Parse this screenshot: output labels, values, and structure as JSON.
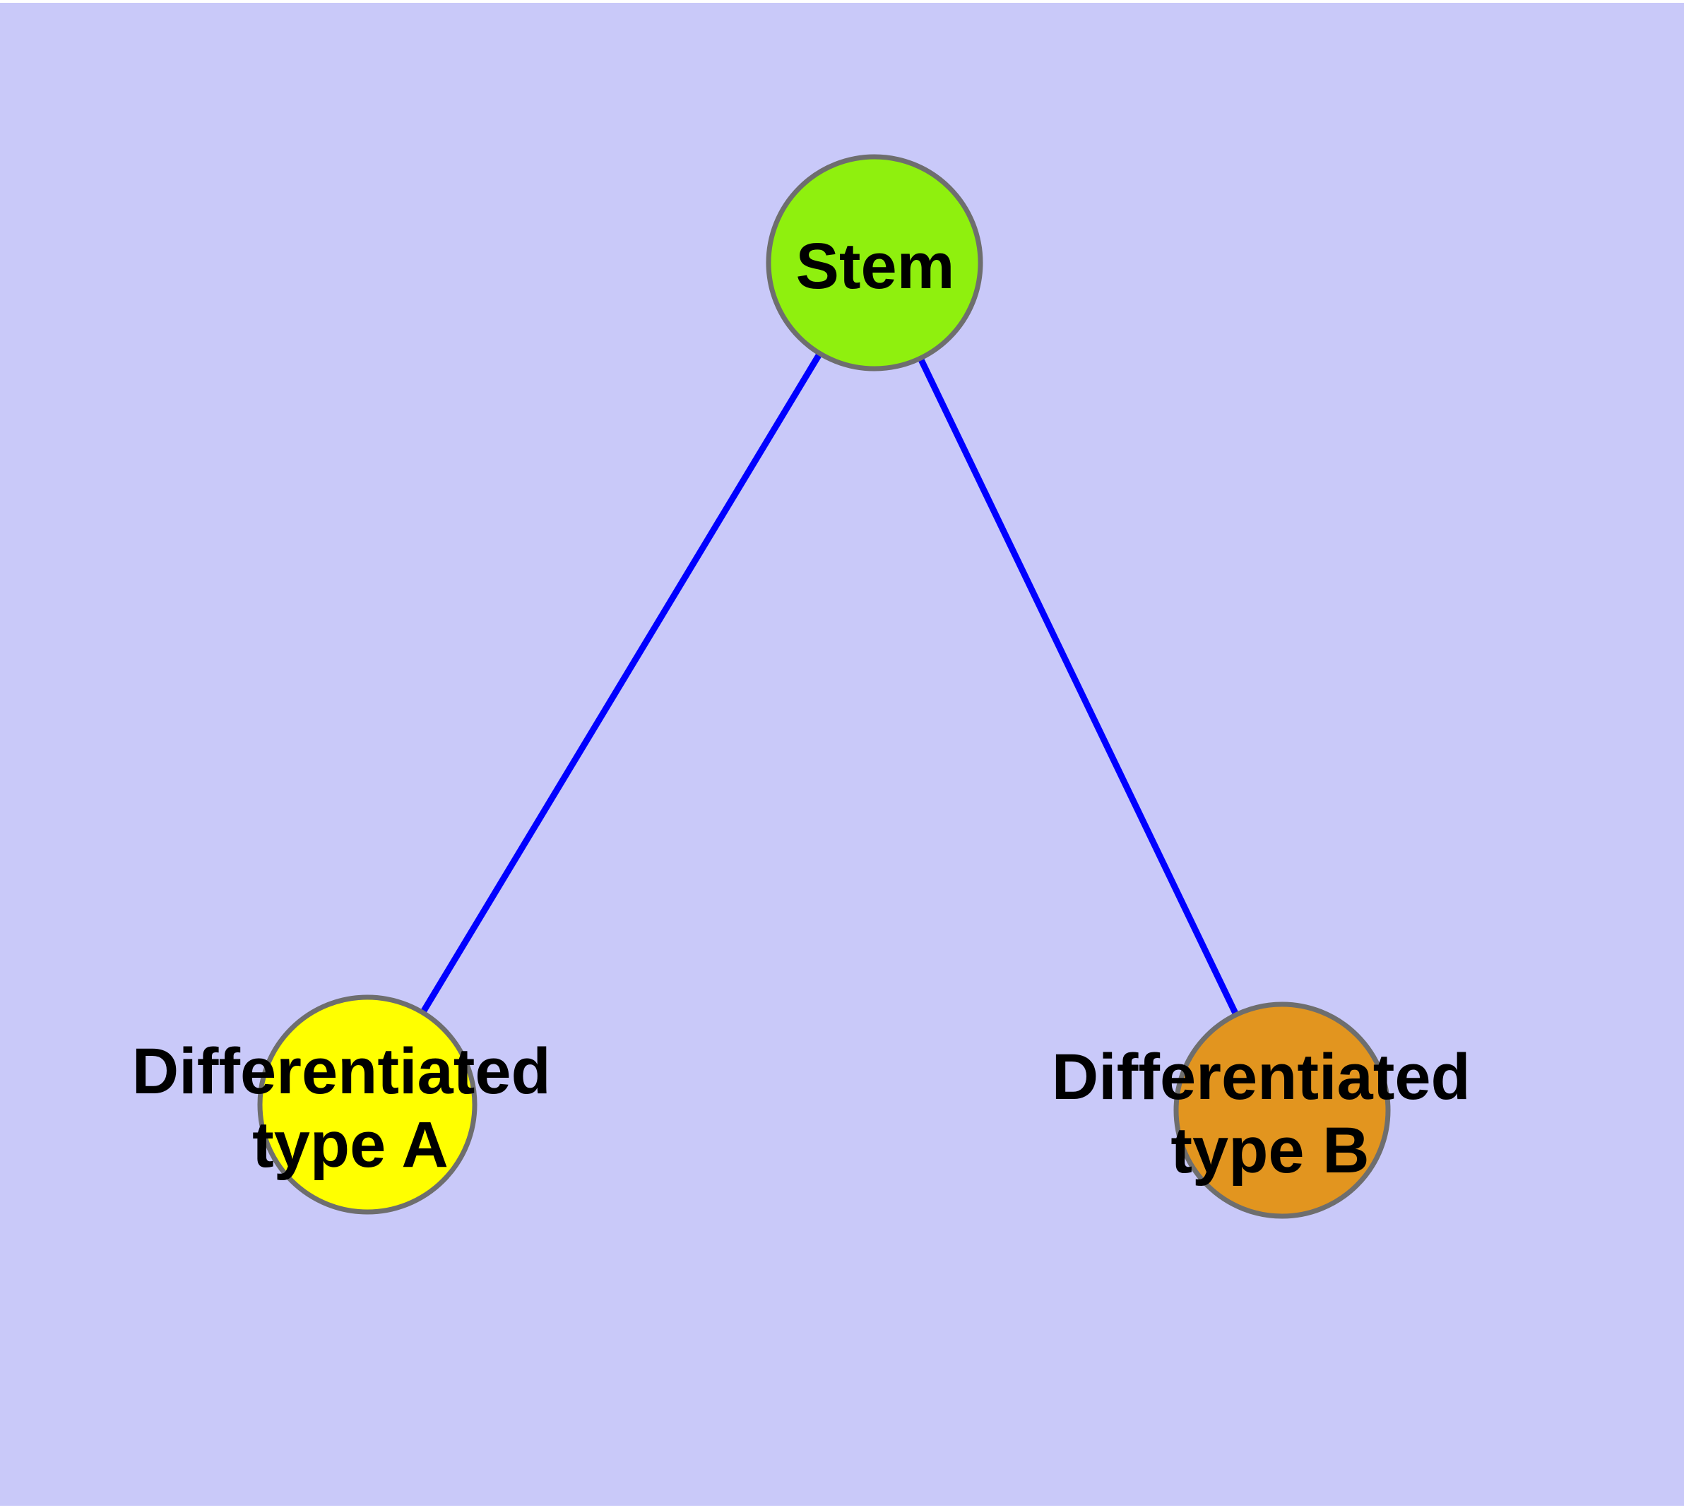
{
  "figure": {
    "type": "node-link-diagram",
    "description": "Cell differentiation hierarchy: a stem cell node connected to two differentiated cell type nodes",
    "background_color": "#C9C9F9",
    "margin_color": "#FFFFFF",
    "edge_color": "#0000FF",
    "node_border_color": "#6E6E6E",
    "label_color": "#000000",
    "nodes": {
      "stem": {
        "label": "Stem",
        "fill": "#8FF00E"
      },
      "type_a": {
        "label_line1": "Differentiated",
        "label_line2": "type A",
        "fill": "#FFFF00"
      },
      "type_b": {
        "label_line1": "Differentiated",
        "label_line2": "type B",
        "fill": "#E2951F"
      }
    },
    "edges": [
      {
        "from": "Stem",
        "to": "Differentiated type A"
      },
      {
        "from": "Stem",
        "to": "Differentiated type B"
      }
    ]
  }
}
